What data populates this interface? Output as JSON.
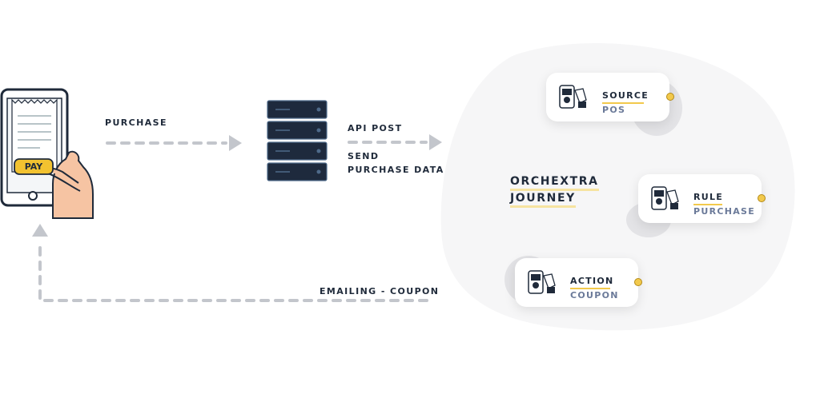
{
  "flow": {
    "purchase_label": "PURCHASE",
    "api_label": "API POST",
    "send_label_line1": "SEND",
    "send_label_line2": "PURCHASE DATA",
    "email_label": "EMAILING - COUPON"
  },
  "phone": {
    "pay_label": "PAY"
  },
  "journey": {
    "title_line1": "ORCHEXTRA",
    "title_line2": "JOURNEY",
    "cards": [
      {
        "title": "SOURCE",
        "subtitle": "POS"
      },
      {
        "title": "RULE",
        "subtitle": "PURCHASE"
      },
      {
        "title": "ACTION",
        "subtitle": "COUPON"
      }
    ]
  },
  "colors": {
    "accent": "#f2c94c",
    "text_dark": "#1f2a3a",
    "text_muted": "#6b7a99",
    "server": "#1e2a3d",
    "arrow": "#c3c6cc",
    "blob": "#f6f6f7"
  }
}
